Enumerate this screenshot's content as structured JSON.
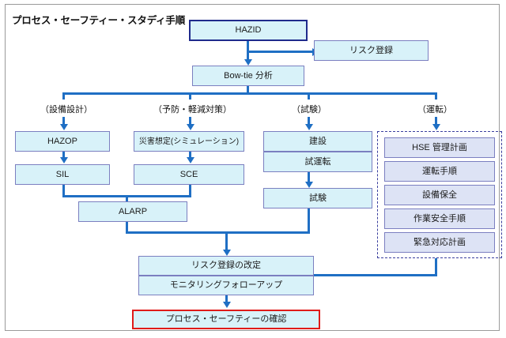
{
  "diagram": {
    "title": "プロセス・セーフティー・スタディ手順",
    "colors": {
      "connector": "#1f6fc4",
      "node_fill": "#d8f2f9",
      "node_border": "#7b7fc0",
      "emphasis_border": "#1f2a8c",
      "alert_border": "#e01b19",
      "group_fill": "#dde3f5",
      "group_border": "#3a3f9e"
    },
    "nodes": {
      "hazid": "HAZID",
      "risk_register": "リスク登録",
      "bowtie": "Bow-tie 分析",
      "hazop": "HAZOP",
      "sil": "SIL",
      "disaster_sim": "災害想定(シミュレーション)",
      "sce": "SCE",
      "alarp": "ALARP",
      "construction": "建設",
      "commissioning": "試運転",
      "testing": "試験",
      "risk_register_revision": "リスク登録の改定",
      "monitoring_followup": "モニタリングフォローアップ",
      "process_safety_confirmation": "プロセス・セーフティーの確認"
    },
    "branch_labels": {
      "design": "（設備設計）",
      "prevention": "（予防・軽減対策）",
      "test": "（試験）",
      "operation": "（運転）"
    },
    "operation_group": {
      "items": [
        "HSE 管理計画",
        "運転手順",
        "設備保全",
        "作業安全手順",
        "緊急対応計画"
      ]
    }
  }
}
